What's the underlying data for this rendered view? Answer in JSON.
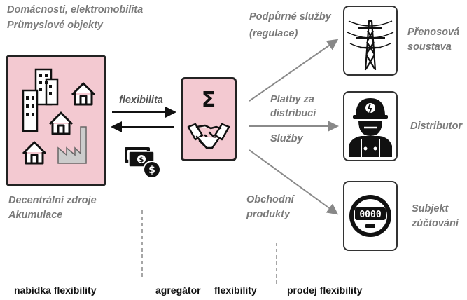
{
  "left": {
    "title_line1": "Domácnosti, elektromobilita",
    "title_line2": "Průmyslové objekty",
    "bottom_line1": "Decentrální zdroje",
    "bottom_line2": "Akumulace"
  },
  "middle": {
    "flex_label": "flexibilita",
    "sigma": "Σ"
  },
  "branches": {
    "top_line1": "Podpůrné služby",
    "top_line2": "(regulace)",
    "mid_line1": "Platby za",
    "mid_line2": "distribuci",
    "mid_line3": "Služby",
    "bot_line1": "Obchodní",
    "bot_line2": "produkty"
  },
  "right": {
    "transmission_line1": "Přenosová",
    "transmission_line2": "soustava",
    "distributor": "Distributor",
    "settlement_line1": "Subjekt",
    "settlement_line2": "zúčtování",
    "meter_display": "0000"
  },
  "footer": {
    "offer": "nabídka flexibility",
    "aggregator_1": "agregátor",
    "aggregator_2": "flexibility",
    "sale": "prodej flexibility"
  },
  "colors": {
    "box_fill": "#f3c9d1",
    "label_grey": "#7a7a7a",
    "arrow_grey": "#8a8a8a"
  }
}
